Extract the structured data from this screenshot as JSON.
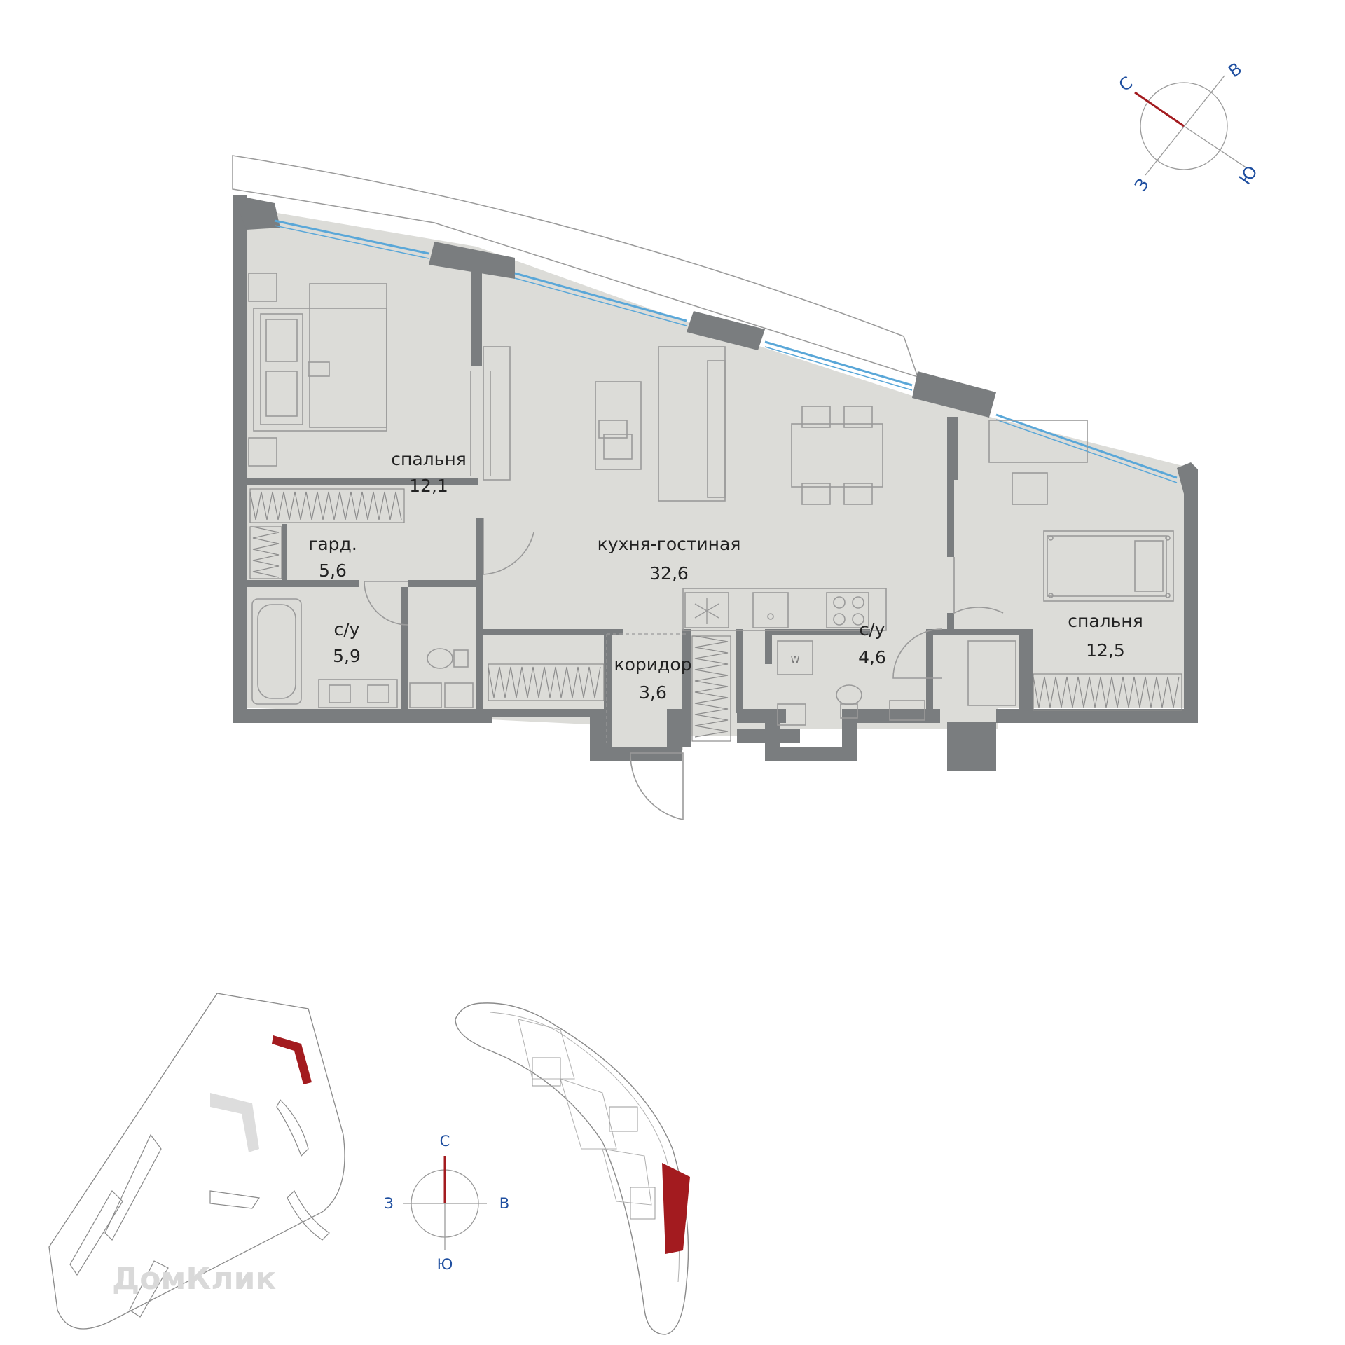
{
  "plan": {
    "rooms": [
      {
        "id": "bedroom1",
        "label": "спальня",
        "area": "12,1"
      },
      {
        "id": "wardrobe",
        "label": "гард.",
        "area": "5,6"
      },
      {
        "id": "bath1",
        "label": "с/у",
        "area": "5,9"
      },
      {
        "id": "kitchen",
        "label": "кухня-гостиная",
        "area": "32,6"
      },
      {
        "id": "corridor",
        "label": "коридор",
        "area": "3,6"
      },
      {
        "id": "bath2",
        "label": "с/у",
        "area": "4,6"
      },
      {
        "id": "bedroom2",
        "label": "спальня",
        "area": "12,5"
      }
    ],
    "washer_mark": "W"
  },
  "compass_main": {
    "north": "С",
    "east": "В",
    "south": "Ю",
    "west": "З"
  },
  "compass_small": {
    "north": "С",
    "east": "В",
    "south": "Ю",
    "west": "З"
  },
  "watermark": "ДомКлик",
  "colors": {
    "floor": "#dcdcd8",
    "wall": "#7a7d7f",
    "window": "#5aa7d8",
    "highlight": "#a31b1f",
    "compass_text": "#1f4fa0",
    "compass_needle": "#a31b1f"
  }
}
